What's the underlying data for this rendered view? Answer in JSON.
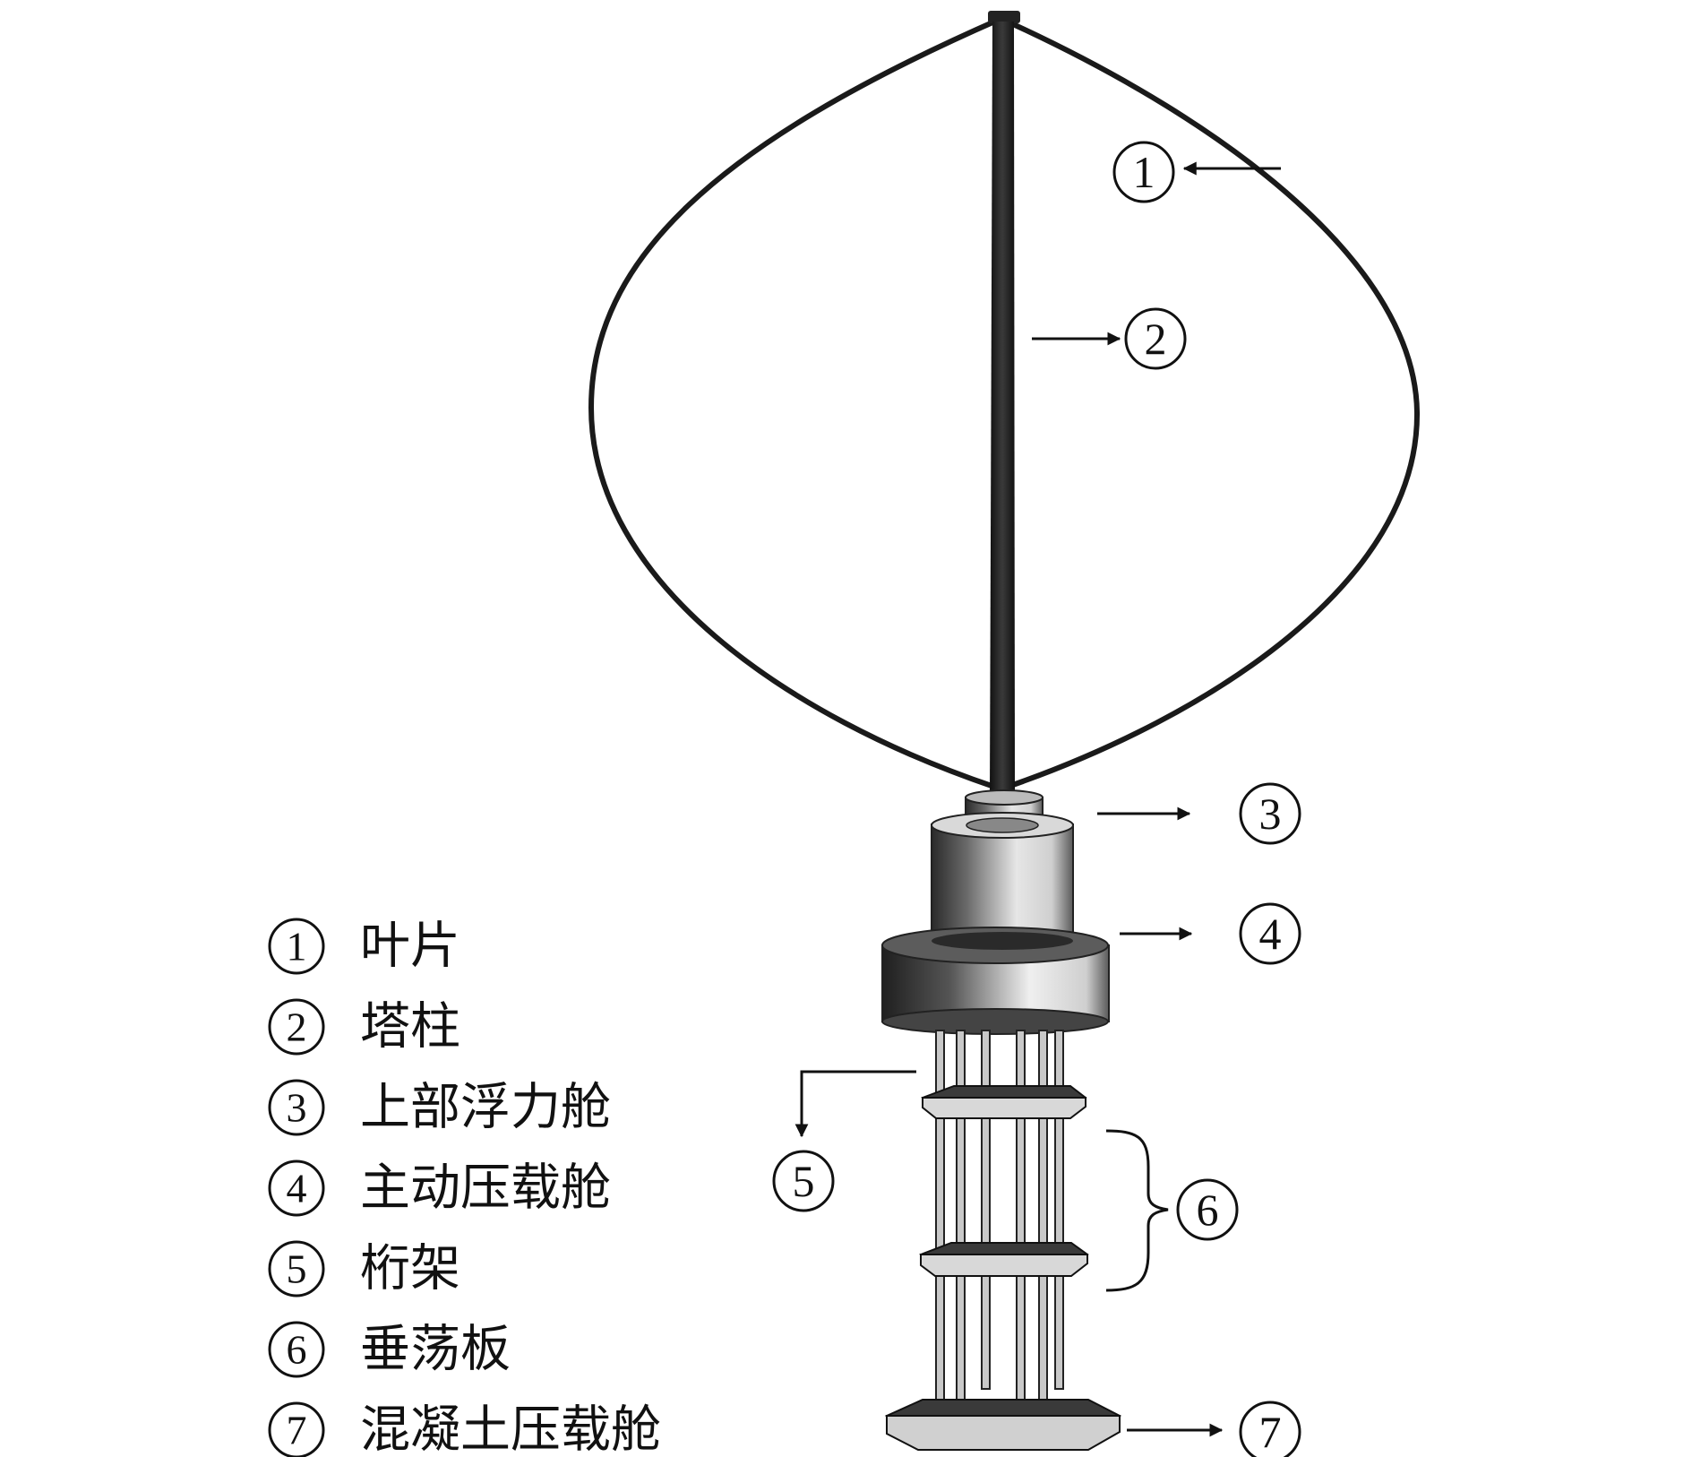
{
  "callouts": [
    {
      "num": "1"
    },
    {
      "num": "2"
    },
    {
      "num": "3"
    },
    {
      "num": "4"
    },
    {
      "num": "5"
    },
    {
      "num": "6"
    },
    {
      "num": "7"
    }
  ],
  "legend": [
    {
      "num": "1",
      "text": "叶片"
    },
    {
      "num": "2",
      "text": "塔柱"
    },
    {
      "num": "3",
      "text": "上部浮力舱"
    },
    {
      "num": "4",
      "text": "主动压载舱"
    },
    {
      "num": "5",
      "text": "桁架"
    },
    {
      "num": "6",
      "text": "垂荡板"
    },
    {
      "num": "7",
      "text": "混凝土压载舱"
    }
  ]
}
